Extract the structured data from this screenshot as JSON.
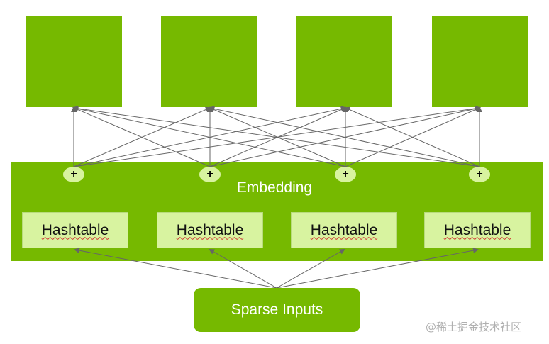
{
  "diagram": {
    "top_boxes": 4,
    "embedding_label": "Embedding",
    "plus_symbol": "+",
    "hashtable_label": "Hashtable",
    "input_label": "Sparse Inputs",
    "watermark": "@稀土掘金技术社区"
  },
  "colors": {
    "green": "#76b900",
    "light_green": "#d8f3a0",
    "line": "#666666"
  }
}
